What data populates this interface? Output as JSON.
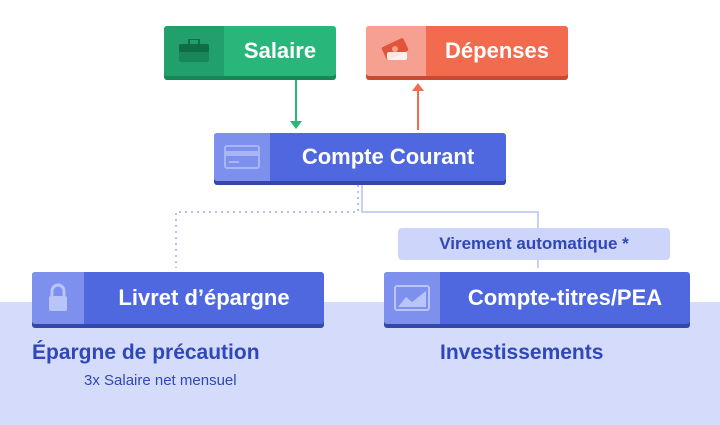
{
  "nodes": {
    "salaire": {
      "label": "Salaire",
      "icon": "briefcase-icon",
      "color": "#28b67b"
    },
    "depenses": {
      "label": "Dépenses",
      "icon": "money-icon",
      "color": "#f26b4e"
    },
    "compte_courant": {
      "label": "Compte Courant",
      "icon": "credit-card-icon",
      "color": "#4f68e0"
    },
    "livret": {
      "label": "Livret d’épargne",
      "icon": "lock-icon",
      "color": "#4f68e0"
    },
    "compte_titres": {
      "label": "Compte-titres/PEA",
      "icon": "chart-icon",
      "color": "#4f68e0"
    }
  },
  "edges": {
    "virement_label": "Virement automatique *"
  },
  "captions": {
    "epargne_title": "Épargne de précaution",
    "epargne_sub": "3x Salaire net mensuel",
    "investissements_title": "Investissements"
  }
}
